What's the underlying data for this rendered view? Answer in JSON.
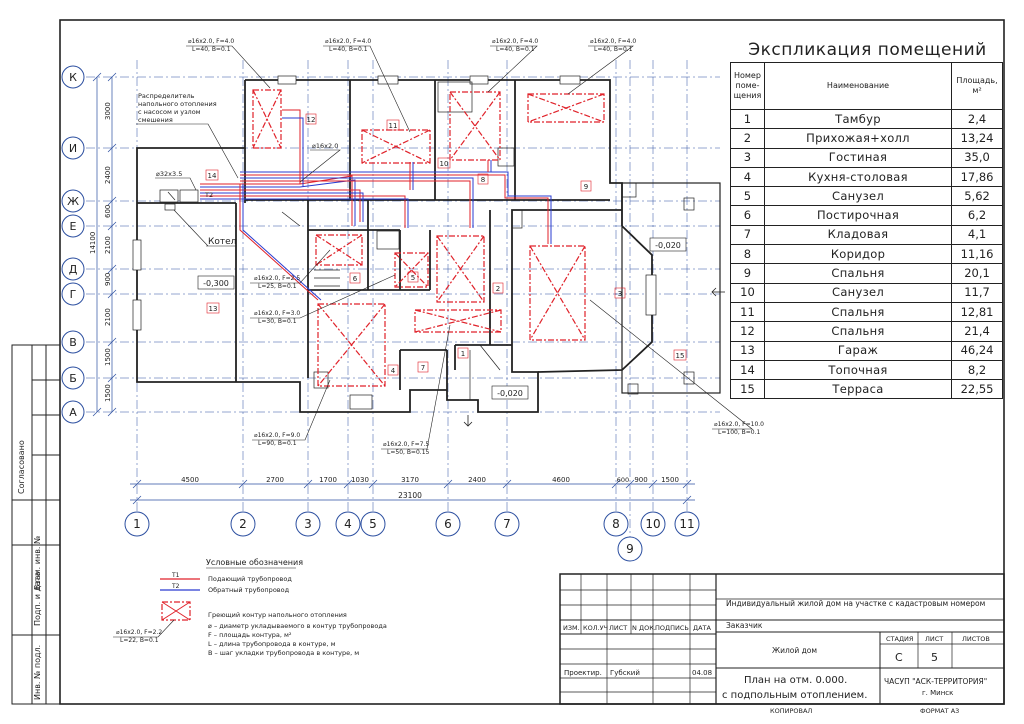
{
  "drawing": {
    "axes_letters": [
      "К",
      "И",
      "Ж",
      "Е",
      "Д",
      "Г",
      "В",
      "Б",
      "А"
    ],
    "axes_numbers": [
      "1",
      "2",
      "3",
      "4",
      "5",
      "6",
      "7",
      "8",
      "9",
      "10",
      "11"
    ],
    "dims_vertical": [
      "3000",
      "2400",
      "600",
      "2100",
      "900",
      "2100",
      "1500",
      "1500",
      "14100"
    ],
    "dims_horizontal": [
      "4500",
      "2700",
      "1700",
      "1030",
      "3170",
      "2400",
      "4600",
      "600",
      "900",
      "1500"
    ],
    "total_width": "23100",
    "room_numbers": [
      "12",
      "11",
      "10",
      "8",
      "9",
      "14",
      "13",
      "6",
      "5",
      "4",
      "7",
      "2",
      "1",
      "3",
      "15"
    ],
    "levels": {
      "hall": "-0,020",
      "garage": "-0,300",
      "terrace": "-0,020"
    },
    "labels": {
      "distributor": [
        "Распределитель",
        "напольного отопления",
        "с насосом и узлом",
        "смешения"
      ],
      "pipe_main": "⌀32x3.5",
      "t2": "T2",
      "boiler": "Котел",
      "pipe_16": "⌀16x2.0"
    },
    "contours": [
      {
        "l1": "⌀16x2.0, F=4.0",
        "l2": "L=40, B=0.1"
      },
      {
        "l1": "⌀16x2.0, F=4.0",
        "l2": "L=40, B=0.1"
      },
      {
        "l1": "⌀16x2.0, F=4.0",
        "l2": "L=40, B=0.1"
      },
      {
        "l1": "⌀16x2.0, F=4.0",
        "l2": "L=40, B=0.1"
      },
      {
        "l1": "⌀16x2.0, F=2.5",
        "l2": "L=25, B=0.1"
      },
      {
        "l1": "⌀16x2.0, F=3.0",
        "l2": "L=30, B=0.1"
      },
      {
        "l1": "⌀16x2.0, F=9.0",
        "l2": "L=90, B=0.1"
      },
      {
        "l1": "⌀16x2.0, F=7.5",
        "l2": "L=50, B=0.15"
      },
      {
        "l1": "⌀16x2.0, F=10.0",
        "l2": "L=100, B=0.1"
      }
    ]
  },
  "side_stamps": [
    "Согласовано",
    "Взам. инв. №",
    "Подп. и дата",
    "Инв. № подл."
  ],
  "legend": {
    "title": "Условные обозначения",
    "supply_tag": "T1",
    "supply": "Подающий трубопровод",
    "return_tag": "T2",
    "return": "Обратный трубопровод",
    "contour_title": "Греющий контур напольного отопления",
    "contour_lines": [
      "⌀ – диаметр укладываемого в контур трубопровода",
      "F – площадь контура, м²",
      "L – длина трубопровода в контуре, м",
      "B – шаг укладки трубопровода в контуре, м"
    ],
    "sample_l1": "⌀16x2.0, F=2.2",
    "sample_l2": "L=22, B=0.1"
  },
  "explication": {
    "title": "Экспликация помещений",
    "col_num": [
      "Номер",
      "поме-",
      "щения"
    ],
    "col_name": "Наименование",
    "col_area": [
      "Площадь,",
      "м²"
    ],
    "rows": [
      {
        "num": "1",
        "name": "Тамбур",
        "area": "2,4"
      },
      {
        "num": "2",
        "name": "Прихожая+холл",
        "area": "13,24"
      },
      {
        "num": "3",
        "name": "Гостиная",
        "area": "35,0"
      },
      {
        "num": "4",
        "name": "Кухня-столовая",
        "area": "17,86"
      },
      {
        "num": "5",
        "name": "Санузел",
        "area": "5,62"
      },
      {
        "num": "6",
        "name": "Постирочная",
        "area": "6,2"
      },
      {
        "num": "7",
        "name": "Кладовая",
        "area": "4,1"
      },
      {
        "num": "8",
        "name": "Коридор",
        "area": "11,16"
      },
      {
        "num": "9",
        "name": "Спальня",
        "area": "20,1"
      },
      {
        "num": "10",
        "name": "Санузел",
        "area": "11,7"
      },
      {
        "num": "11",
        "name": "Спальня",
        "area": "12,81"
      },
      {
        "num": "12",
        "name": "Спальня",
        "area": "21,4"
      },
      {
        "num": "13",
        "name": "Гараж",
        "area": "46,24"
      },
      {
        "num": "14",
        "name": "Топочная",
        "area": "8,2"
      },
      {
        "num": "15",
        "name": "Терраса",
        "area": "22,55"
      }
    ]
  },
  "titleblock": {
    "cols": [
      "ИЗМ.",
      "КОЛ.УЧ",
      "ЛИСТ",
      "N",
      "ДОК.",
      "ПОДПИСЬ",
      "ДАТА"
    ],
    "project": "Индивидуальный жилой дом на участке с кадастровым номером",
    "customer": "Заказчик",
    "object": "Жилой дом",
    "stage_h": "СТАДИЯ",
    "sheet_h": "ЛИСТ",
    "sheets_h": "ЛИСТОВ",
    "stage": "С",
    "sheet": "5",
    "role": "Проектир.",
    "author": "Губский",
    "date": "04.08",
    "plan_l1": "План на отм. 0.000.",
    "plan_l2": "с подпольным отоплением.",
    "company": "ЧАСУП \"АСК-ТЕРРИТОРИЯ\"",
    "city": "г. Минск",
    "copied": "КОПИРОВАЛ",
    "format": "ФОРМАТ А3"
  },
  "colors": {
    "line": "#222222",
    "supply": "#e0222a",
    "return": "#2a3bd0",
    "contour": "#e0222a",
    "axis": "#2c4fa0"
  }
}
